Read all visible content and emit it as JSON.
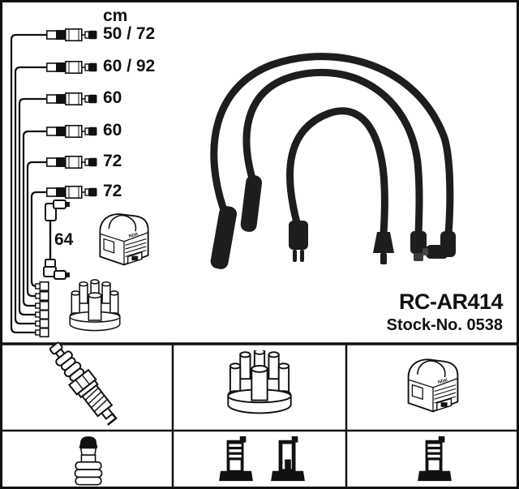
{
  "colors": {
    "ink": "#111111",
    "paper": "#ffffff",
    "cable_black": "#1d1d1d"
  },
  "schematic": {
    "unit_header": "cm",
    "lengths": [
      "50 / 72",
      "60 / 92",
      "60",
      "60",
      "72",
      "72"
    ],
    "coil_wire_length": "64",
    "icons": [
      "ignition-coil-icon",
      "distributor-cap-icon"
    ]
  },
  "product": {
    "reference": "RC-AR414",
    "stock_number": "Stock-No. 0538"
  },
  "photo": {
    "subject": "three-ignition-cables",
    "cable_count": 3
  },
  "table": {
    "row1_icons": [
      "spark-plug-icon",
      "distributor-cap-icon",
      "ignition-coil-icon"
    ],
    "row2_icons": [
      "spark-plug-boot-icon",
      "striped-terminal-icon",
      "notched-terminal-icon",
      "striped-terminal-icon"
    ]
  }
}
